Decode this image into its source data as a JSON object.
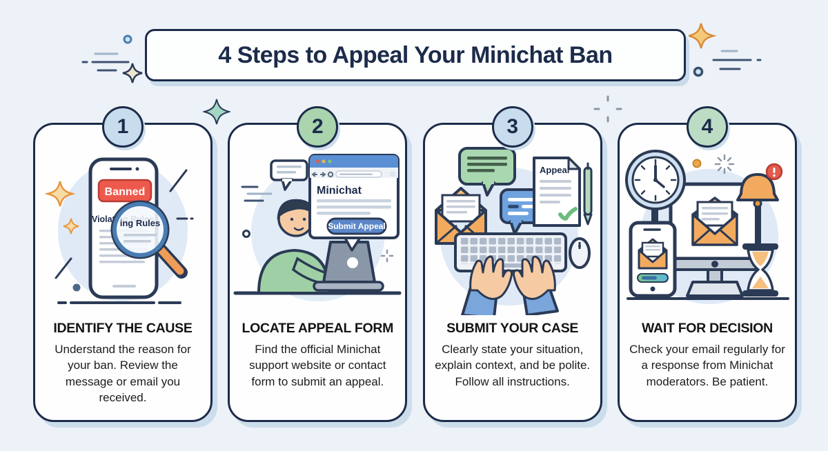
{
  "title": "4 Steps to Appeal Your Minichat Ban",
  "steps": [
    {
      "number": "1",
      "heading": "IDENTIFY THE CAUSE",
      "body": "Understand the reason for your ban. Review the message or email you received.",
      "illustration": {
        "banned_label": "Banned",
        "rules_label": "Violating Rules"
      }
    },
    {
      "number": "2",
      "heading": "LOCATE APPEAL FORM",
      "body": "Find the official Minichat support website or contact form to submit an appeal.",
      "illustration": {
        "site_title": "Minichat",
        "button_label": "Submit Appeal"
      }
    },
    {
      "number": "3",
      "heading": "SUBMIT YOUR CASE",
      "body": "Clearly state your situation, explain context, and be polite. Follow all instructions.",
      "illustration": {
        "doc_label": "Appeal"
      }
    },
    {
      "number": "4",
      "heading": "WAIT FOR DECISION",
      "body": "Check your email regularly for a response from Minichat moderators. Be patient.",
      "illustration": {}
    }
  ],
  "colors": {
    "background": "#edf2f8",
    "card_background": "#fefefe",
    "outline_navy": "#1c2b4a",
    "shadow_blue": "#ccddeb",
    "badge_blue": "#c7dcec",
    "badge_green": "#a9d4ae",
    "banned_red": "#ed5a4d",
    "accent_orange": "#f2ab5e",
    "accent_green": "#9fd0a5",
    "accent_blue": "#5b87c9",
    "illustration_circle": "#dfeaf6"
  }
}
